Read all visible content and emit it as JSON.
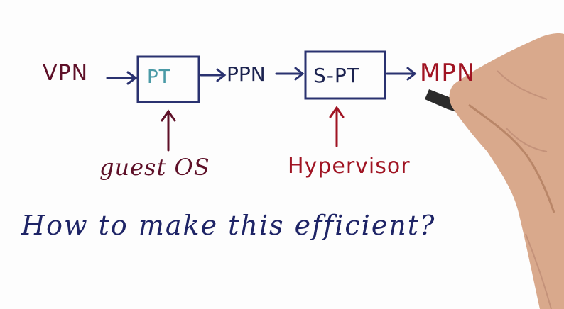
{
  "diagram": {
    "vpn": "VPN",
    "pt": "PT",
    "ppn": "PPN",
    "spt": "S-PT",
    "mpn": "MPN",
    "guest_os": "guest OS",
    "hypervisor": "Hypervisor",
    "question": "How to make this efficient?"
  },
  "colors": {
    "ink_blue": "#1e2466",
    "ink_maroon": "#5e1028",
    "ink_red": "#a01423",
    "ink_teal": "#4a9aa6"
  }
}
